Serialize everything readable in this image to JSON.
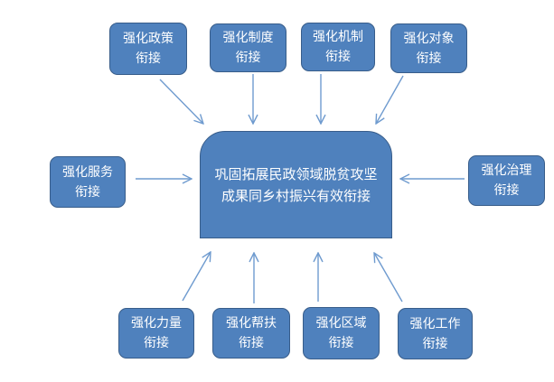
{
  "colors": {
    "box_fill": "#4f81bd",
    "box_border": "#385d8a",
    "arrow": "#6f9bcf",
    "text": "#ffffff"
  },
  "center": {
    "line1": "巩固拓展民政领域脱贫攻坚",
    "line2": "成果同乡村振兴有效衔接"
  },
  "nodes": {
    "policy": {
      "line1": "强化政策",
      "line2": "衔接"
    },
    "system": {
      "line1": "强化制度",
      "line2": "衔接"
    },
    "mechanism": {
      "line1": "强化机制",
      "line2": "衔接"
    },
    "target": {
      "line1": "强化对象",
      "line2": "衔接"
    },
    "service": {
      "line1": "强化服务",
      "line2": "衔接"
    },
    "governance": {
      "line1": "强化治理",
      "line2": "衔接"
    },
    "force": {
      "line1": "强化力量",
      "line2": "衔接"
    },
    "assistance": {
      "line1": "强化帮扶",
      "line2": "衔接"
    },
    "region": {
      "line1": "强化区域",
      "line2": "衔接"
    },
    "work": {
      "line1": "强化工作",
      "line2": "衔接"
    }
  }
}
